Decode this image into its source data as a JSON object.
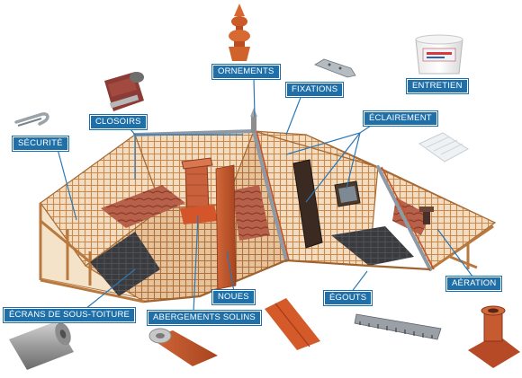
{
  "labels": {
    "ornements": "ORNEMENTS",
    "fixations": "FIXATIONS",
    "entretien": "ENTRETIEN",
    "closoirs": "CLOSOIRS",
    "eclairement": "ÉCLAIREMENT",
    "securite": "SÉCURITÉ",
    "ecrans": "ÉCRANS DE SOUS-TOITURE",
    "abergements": "ABERGEMENTS SOLINS",
    "noues": "NOUES",
    "egouts": "ÉGOUTS",
    "aeration": "AÉRATION"
  },
  "colors": {
    "label_bg": "#1f6fa9",
    "callout_line": "#2b77b5",
    "timber": "#c98a4f",
    "terracotta": "#c4532a",
    "slate": "#2e2e30"
  },
  "products": {
    "entretien_product": "bucket",
    "fixations_product": "roof-hook",
    "securite_product": "safety-hook",
    "eclairement_product": "clear-tiles",
    "aeration_product": "vent-tile",
    "egouts_product": "eaves-comb",
    "ecrans_product": "membrane-roll",
    "abergements_product": "flashing-roll",
    "noues_product": "valley-strip"
  }
}
